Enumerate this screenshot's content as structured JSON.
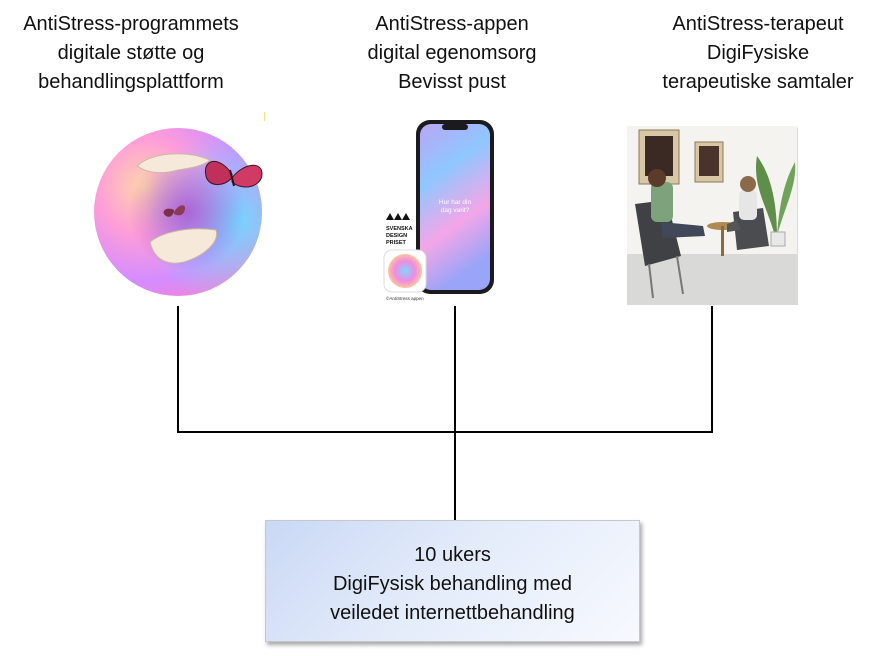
{
  "headings": [
    {
      "lines": [
        "AntiStress-programmets",
        "digitale støtte og",
        "behandlingsplattform"
      ]
    },
    {
      "lines": [
        "AntiStress-appen",
        "digital egenomsorg",
        "Bevisst pust"
      ]
    },
    {
      "lines": [
        "AntiStress-terapeut",
        "DigiFysiske",
        "terapeutiske samtaler"
      ]
    }
  ],
  "phone": {
    "question_line1": "Hur har din",
    "question_line2": "dag varit?",
    "badge_line1": "SVENSKA",
    "badge_line2": "DESIGN",
    "badge_line3": "PRISET",
    "caption": "©AntiStress appen"
  },
  "result_box": {
    "lines": [
      "10 ukers",
      "DigiFysisk behandling med",
      "veiledet internettbehandling"
    ]
  },
  "colors": {
    "line": "#000000",
    "box_gradient_start": "#c9d8f5",
    "box_gradient_end": "#f7f9fe"
  }
}
